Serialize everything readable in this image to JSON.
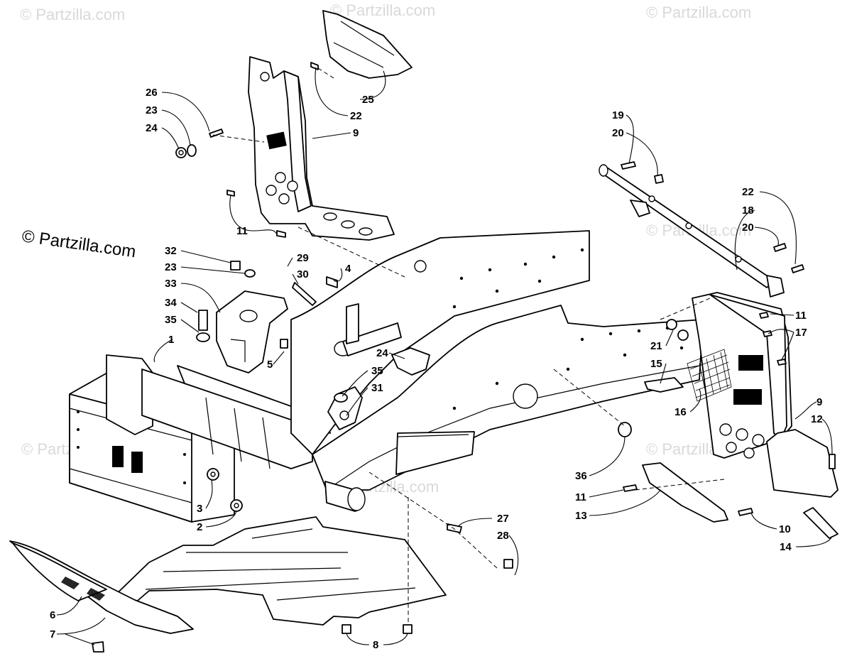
{
  "watermarks": {
    "main": "© Partzilla.com",
    "faint": "© Partzilla.com"
  },
  "callouts": [
    {
      "id": "c26a",
      "label": "26"
    },
    {
      "id": "c23a",
      "label": "23"
    },
    {
      "id": "c24a",
      "label": "24"
    },
    {
      "id": "c25",
      "label": "25"
    },
    {
      "id": "c22a",
      "label": "22"
    },
    {
      "id": "c9a",
      "label": "9"
    },
    {
      "id": "c11a",
      "label": "11"
    },
    {
      "id": "c32",
      "label": "32"
    },
    {
      "id": "c23b",
      "label": "23"
    },
    {
      "id": "c33",
      "label": "33"
    },
    {
      "id": "c34",
      "label": "34"
    },
    {
      "id": "c35a",
      "label": "35"
    },
    {
      "id": "c1",
      "label": "1"
    },
    {
      "id": "c29",
      "label": "29"
    },
    {
      "id": "c30",
      "label": "30"
    },
    {
      "id": "c4",
      "label": "4"
    },
    {
      "id": "c5",
      "label": "5"
    },
    {
      "id": "c24b",
      "label": "24"
    },
    {
      "id": "c35b",
      "label": "35"
    },
    {
      "id": "c31",
      "label": "31"
    },
    {
      "id": "c3",
      "label": "3"
    },
    {
      "id": "c2",
      "label": "2"
    },
    {
      "id": "c19",
      "label": "19"
    },
    {
      "id": "c20a",
      "label": "20"
    },
    {
      "id": "c22b",
      "label": "22"
    },
    {
      "id": "c18",
      "label": "18"
    },
    {
      "id": "c20b",
      "label": "20"
    },
    {
      "id": "c11b",
      "label": "11"
    },
    {
      "id": "c17",
      "label": "17"
    },
    {
      "id": "c21",
      "label": "21"
    },
    {
      "id": "c15",
      "label": "15"
    },
    {
      "id": "c16",
      "label": "16"
    },
    {
      "id": "c9b",
      "label": "9"
    },
    {
      "id": "c12",
      "label": "12"
    },
    {
      "id": "c36",
      "label": "36"
    },
    {
      "id": "c11c",
      "label": "11"
    },
    {
      "id": "c13",
      "label": "13"
    },
    {
      "id": "c10",
      "label": "10"
    },
    {
      "id": "c14",
      "label": "14"
    },
    {
      "id": "c27",
      "label": "27"
    },
    {
      "id": "c28",
      "label": "28"
    },
    {
      "id": "c6",
      "label": "6"
    },
    {
      "id": "c7",
      "label": "7"
    },
    {
      "id": "c8",
      "label": "8"
    }
  ]
}
